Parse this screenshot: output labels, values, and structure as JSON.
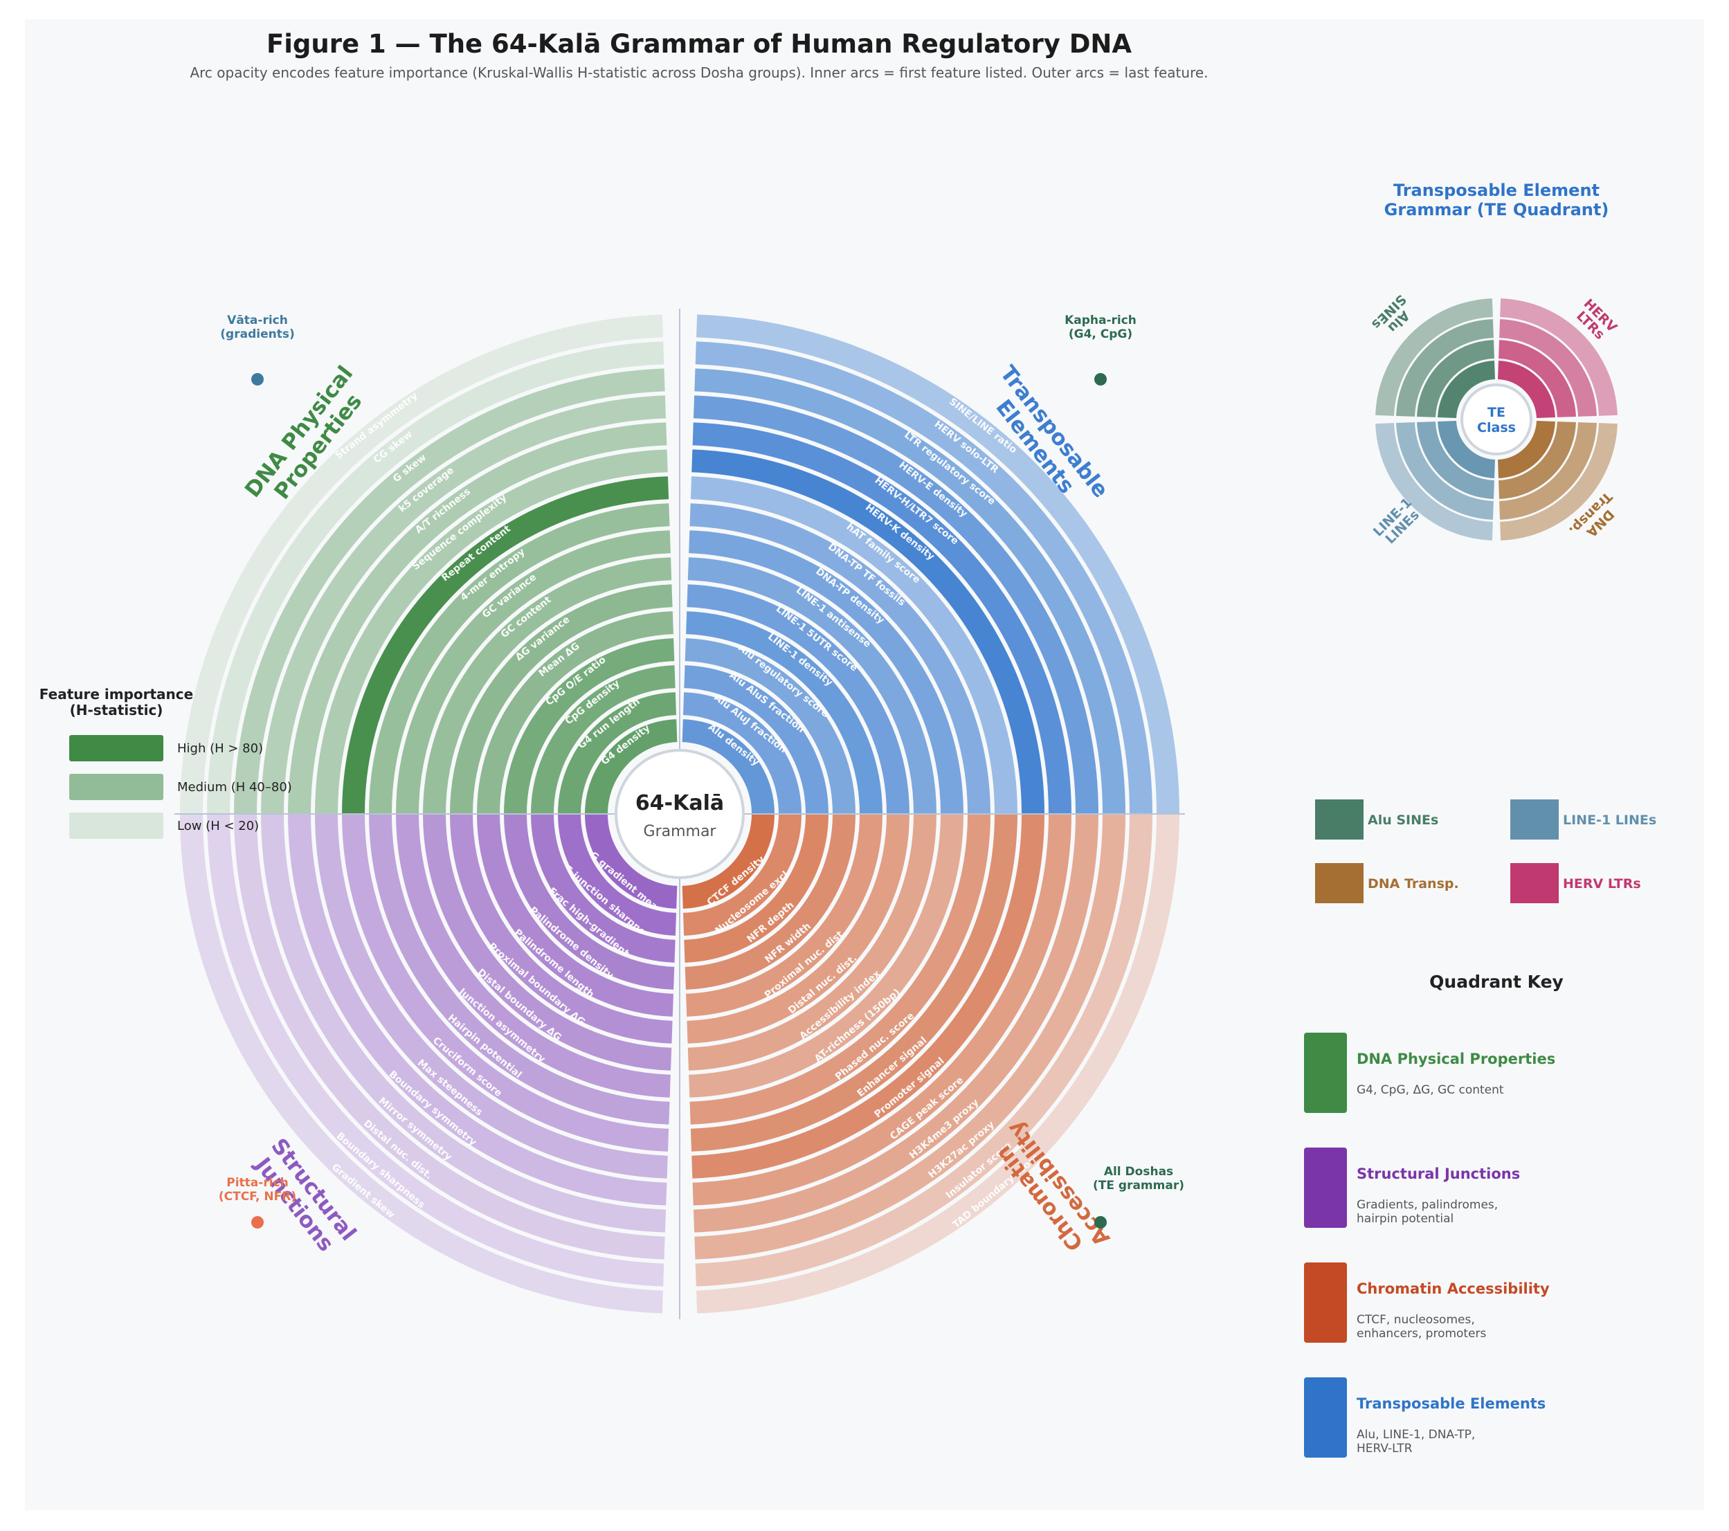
{
  "title": "Figure 1 — The 64-Kalā Grammar of Human Regulatory DNA",
  "subtitle": "Arc opacity encodes feature importance (Kruskal-Wallis H-statistic across Dosha groups).  Inner arcs = first feature listed.  Outer arcs = last feature.",
  "center": {
    "title": "64-Kalā",
    "subtitle": "Grammar"
  },
  "colors": {
    "dna_physical": "#3f8a45",
    "structural": "#8f5ac0",
    "chromatin": "#d3693f",
    "te": "#3d7ed0",
    "background": "#f7f8fa"
  },
  "chart_data": {
    "type": "radial-bar",
    "quadrants": [
      {
        "id": "dna_physical",
        "label": "DNA Physical Properties",
        "dosha_label": "Vāta-rich\n(gradients)",
        "dot_color": "#3f7a9e",
        "features": [
          "G4 density",
          "G4 run length",
          "CpG density",
          "CpG O/E ratio",
          "Mean ΔG",
          "ΔG variance",
          "GC content",
          "GC variance",
          "4-mer entropy",
          "Repeat content",
          "Sequence complexity",
          "A/T richness",
          "k5 coverage",
          "G skew",
          "CG skew",
          "Strand asymmetry"
        ],
        "importance": [
          0.8,
          0.75,
          0.7,
          0.7,
          0.58,
          0.58,
          0.52,
          0.52,
          0.52,
          0.95,
          0.4,
          0.4,
          0.36,
          0.36,
          0.16,
          0.12
        ]
      },
      {
        "id": "te",
        "label": "Transposable Elements",
        "dosha_label": "Kapha-rich\n(G4, CpG)",
        "dot_color": "#2d6a4f",
        "features": [
          "Alu density",
          "Alu AluJ fraction",
          "Alu AluS fraction",
          "Alu regulatory score",
          "LINE-1 density",
          "LINE-1 5UTR score",
          "LINE-1 antisense",
          "DNA-TP density",
          "DNA-TP TF fossils",
          "hAT family score",
          "HERV-K density",
          "HERV-H/LTR7 score",
          "HERV-E density",
          "LTR regulatory score",
          "HERV solo-LTR",
          "SINE/LINE ratio"
        ],
        "importance": [
          0.8,
          0.7,
          0.72,
          0.66,
          0.76,
          0.72,
          0.66,
          0.68,
          0.62,
          0.5,
          0.95,
          0.85,
          0.74,
          0.64,
          0.54,
          0.42
        ]
      },
      {
        "id": "chromatin",
        "label": "Chromatin Accessibility",
        "dosha_label": "All Doshas\n(TE grammar)",
        "dot_color": "#2d6a4f",
        "features": [
          "CTCF density",
          "Nucleosome excl.",
          "NFR depth",
          "NFR width",
          "Proximal nuc. dist.",
          "Distal nuc. dist.",
          "Accessibility index",
          "AT-richness (150bp)",
          "Phased nuc. score",
          "Enhancer signal",
          "Promoter signal",
          "CAGE peak score",
          "H3K4me3 proxy",
          "H3K27ac proxy",
          "Insulator score",
          "TAD boundary score"
        ],
        "importance": [
          0.95,
          0.78,
          0.8,
          0.74,
          0.66,
          0.62,
          0.58,
          0.54,
          0.66,
          0.72,
          0.76,
          0.62,
          0.56,
          0.5,
          0.36,
          0.22
        ]
      },
      {
        "id": "structural",
        "label": "Structural Junctions",
        "dosha_label": "Pitta-rich\n(CTCF, NFR)",
        "dot_color": "#e8704d",
        "features": [
          "ΔG gradient mean",
          "ΔG junction sharpness",
          "Frac high-gradient",
          "Palindrome density",
          "Palindrome length",
          "Proximal boundary ΔG",
          "Distal boundary ΔG",
          "Junction asymmetry",
          "Hairpin potential",
          "Cruciform score",
          "Max steepness",
          "Boundary symmetry",
          "Mirror symmetry",
          "Distal nuc. dist.",
          "Boundary sharpness",
          "Gradient skew"
        ],
        "importance": [
          0.92,
          0.86,
          0.8,
          0.74,
          0.7,
          0.66,
          0.62,
          0.58,
          0.54,
          0.5,
          0.44,
          0.4,
          0.32,
          0.28,
          0.24,
          0.2
        ]
      }
    ]
  },
  "importance_legend": {
    "title": "Feature importance\n(H-statistic)",
    "items": [
      {
        "label": "High (H > 80)",
        "color": "#3f8a45",
        "opacity": 1.0
      },
      {
        "label": "Medium (H 40–80)",
        "color": "#3f8a45",
        "opacity": 0.55
      },
      {
        "label": "Low (H < 20)",
        "color": "#3f8a45",
        "opacity": 0.16
      }
    ]
  },
  "te_inset": {
    "title": "Transposable Element\nGrammar (TE Quadrant)",
    "center": "TE\nClass",
    "classes": [
      {
        "label": "Alu\nSINEs",
        "color": "#4a7d67"
      },
      {
        "label": "HERV\nLTRs",
        "color": "#c0396f"
      },
      {
        "label": "DNA\nTransp.",
        "color": "#a56f33"
      },
      {
        "label": "LINE-1\nLINEs",
        "color": "#6190ad"
      }
    ]
  },
  "te_legend": [
    {
      "label": "Alu SINEs",
      "color": "#4a7d67"
    },
    {
      "label": "LINE-1 LINEs",
      "color": "#6190ad"
    },
    {
      "label": "DNA Transp.",
      "color": "#a56f33"
    },
    {
      "label": "HERV LTRs",
      "color": "#c0396f"
    }
  ],
  "quadrant_key": {
    "title": "Quadrant Key",
    "items": [
      {
        "name": "DNA Physical Properties",
        "desc": "G4, CpG, ΔG, GC content",
        "color": "#3f8a45"
      },
      {
        "name": "Structural Junctions",
        "desc": "Gradients, palindromes,\nhairpin potential",
        "color": "#7a35a8"
      },
      {
        "name": "Chromatin Accessibility",
        "desc": "CTCF, nucleosomes,\nenhancers, promoters",
        "color": "#c44a26"
      },
      {
        "name": "Transposable Elements",
        "desc": "Alu, LINE-1, DNA-TP,\nHERV-LTR",
        "color": "#2f74c8"
      }
    ]
  }
}
